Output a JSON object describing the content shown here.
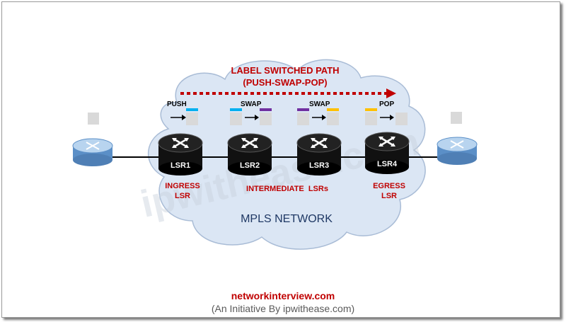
{
  "diagram": {
    "lsp_title": "LABEL SWITCHED PATH",
    "lsp_subtitle": "(PUSH-SWAP-POP)",
    "operations": [
      "PUSH",
      "SWAP",
      "SWAP",
      "POP"
    ],
    "routers": [
      {
        "label": "LSR1"
      },
      {
        "label": "LSR2"
      },
      {
        "label": "LSR3"
      },
      {
        "label": "LSR4"
      }
    ],
    "roles": {
      "ingress_1": "INGRESS",
      "ingress_2": "LSR",
      "intermediate": "INTERMEDIATE  LSRs",
      "egress_1": "EGRESS",
      "egress_2": "LSR"
    },
    "network_label": "MPLS NETWORK",
    "watermark": "ipwithease.com"
  },
  "footer": {
    "site": "networkinterview.com",
    "initiative": "(An Initiative By ipwithease.com)"
  },
  "colors": {
    "accent_red": "#c00000",
    "cloud_fill": "#dbe6f4",
    "cloud_stroke": "#a9bcd6",
    "network_text": "#1f3864",
    "router_dark": "#111111",
    "router_edge_blue": "#5b8fc7",
    "label_cyan": "#00b0f0",
    "label_purple": "#7030a0",
    "label_yellow": "#ffc000",
    "packet_gray": "#d9d9d9"
  }
}
